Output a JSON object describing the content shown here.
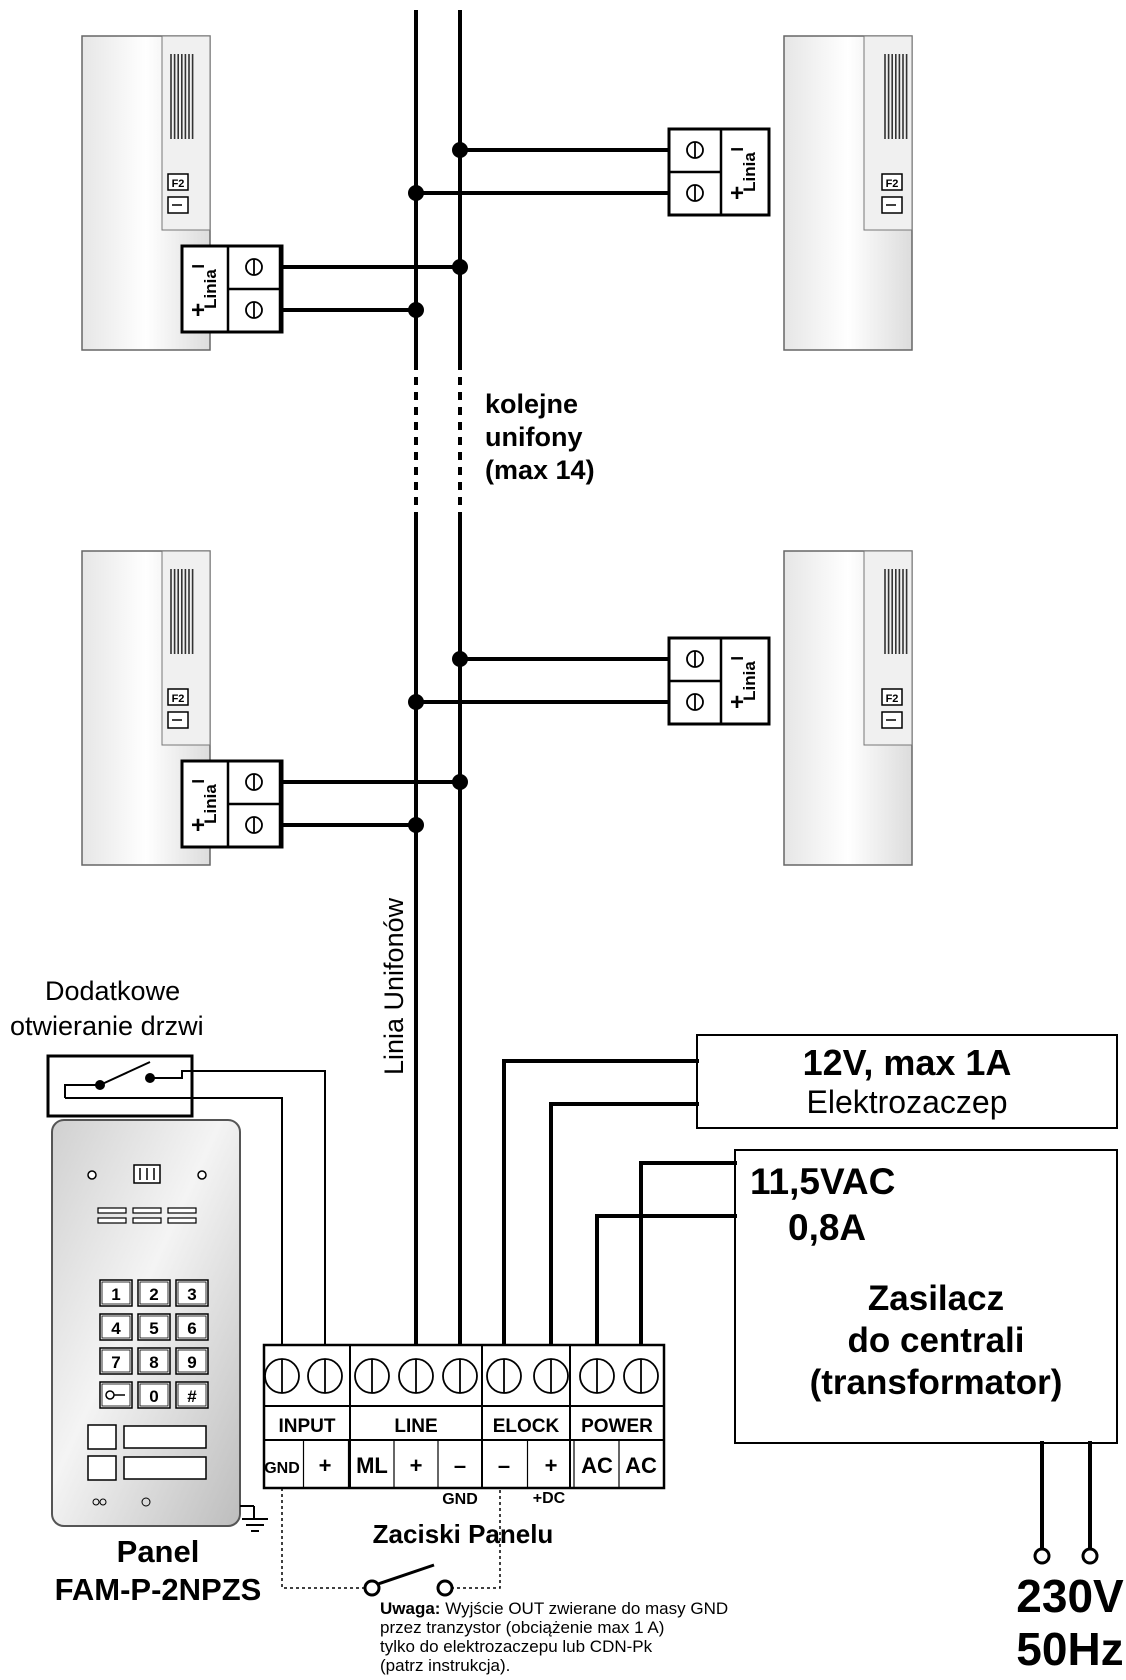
{
  "unit_labels": {
    "f2": "F2",
    "line_word": "Linia",
    "minus": "–",
    "plus": "+"
  },
  "bus": {
    "label": "Linia Unifonów",
    "more_units": [
      "kolejne",
      "unifony",
      "(max 14)"
    ]
  },
  "extra_door": [
    "Dodatkowe",
    "otwieranie drzwi"
  ],
  "elock_box": {
    "line1": "12V, max 1A",
    "line2": "Elektrozaczep"
  },
  "psu_box": {
    "rating_v": "11,5VAC",
    "rating_a": "0,8A",
    "title": [
      "Zasilacz",
      "do centrali",
      "(transformator)"
    ]
  },
  "mains": {
    "voltage": "230V",
    "freq": "50Hz"
  },
  "panel": {
    "label": "Panel",
    "model": "FAM-P-2NPZS",
    "keys": [
      "1",
      "2",
      "3",
      "4",
      "5",
      "6",
      "7",
      "8",
      "9",
      "",
      "0",
      "#"
    ]
  },
  "terminals": {
    "groups": [
      "INPUT",
      "LINE",
      "ELOCK",
      "POWER"
    ],
    "pins": [
      "GND",
      "+",
      "ML",
      "+",
      "–",
      "–",
      "+",
      "AC",
      "AC"
    ],
    "below_gnd": "GND",
    "below_dc": "+DC",
    "title": "Zaciski Panelu"
  },
  "note": {
    "bold": "Uwaga:",
    "rest": " Wyjście OUT zwierane do masy GND",
    "lines": [
      "przez tranzystor (obciążenie max 1 A)",
      "tylko do elektrozaczepu lub CDN-Pk",
      "(patrz instrukcja)."
    ]
  }
}
